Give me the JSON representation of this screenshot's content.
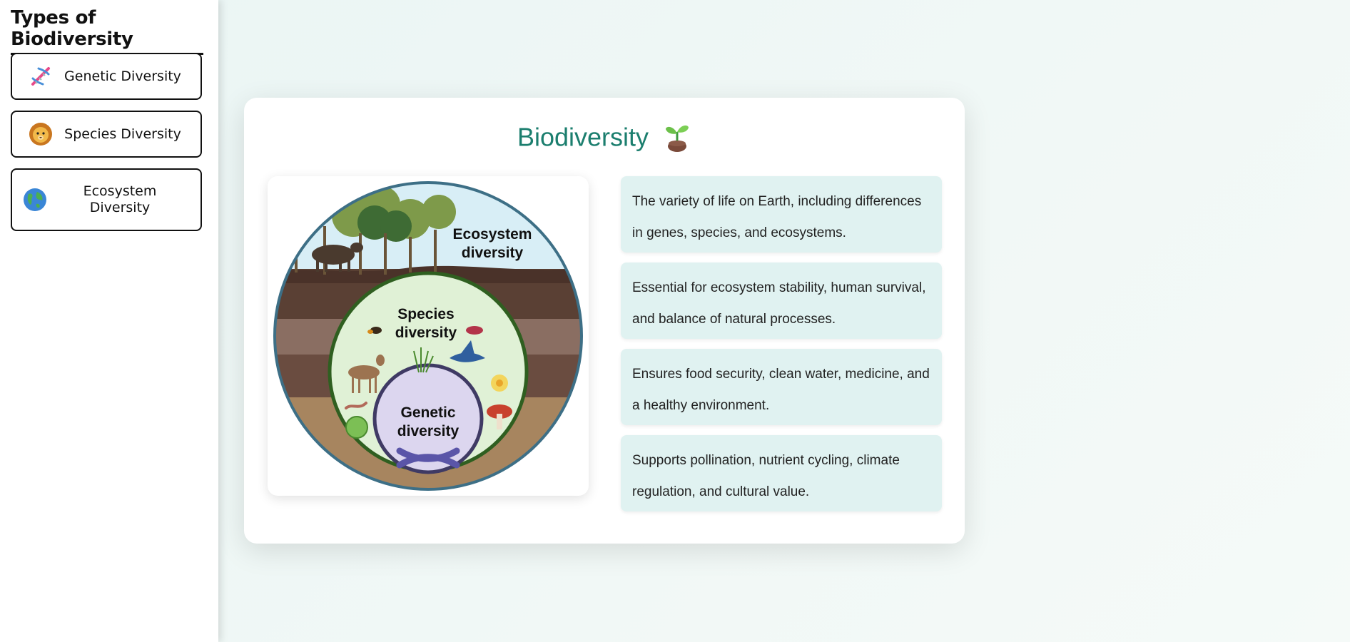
{
  "sidebar": {
    "title": "Types of Biodiversity",
    "items": [
      {
        "label": "Genetic Diversity",
        "icon": "dna-icon"
      },
      {
        "label": "Species Diversity",
        "icon": "lion-face-icon"
      },
      {
        "label": "Ecosystem Diversity",
        "icon": "globe-icon"
      }
    ]
  },
  "main": {
    "title": "Biodiversity",
    "title_icon": "seedling-icon",
    "illustration": {
      "labels": {
        "ecosystem": [
          "Ecosystem",
          "diversity"
        ],
        "species": [
          "Species",
          "diversity"
        ],
        "genetic": [
          "Genetic",
          "diversity"
        ]
      }
    },
    "facts": [
      "The variety of life on Earth, including differences in genes, species, and ecosystems.",
      "Essential for ecosystem stability, human survival, and balance of natural processes.",
      "Ensures food security, clean water, medicine, and a healthy environment.",
      "Supports pollination, nutrient cycling, climate regulation, and cultural value."
    ]
  },
  "colors": {
    "accent": "#1b7e6e",
    "fact_bg": "#e0f2f1",
    "sidebar_bg": "#ffffff",
    "page_bg": "#eaf5f4"
  }
}
